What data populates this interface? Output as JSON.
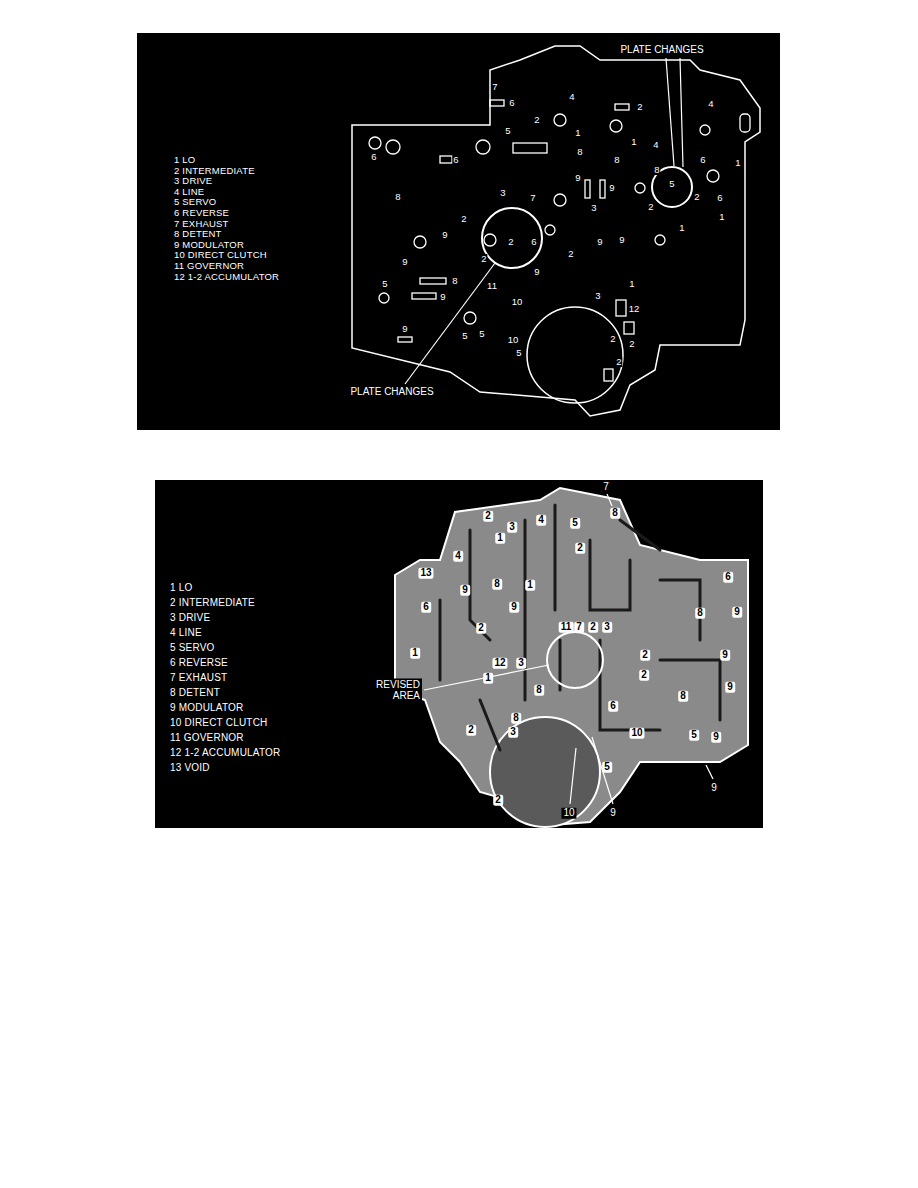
{
  "diagram": {
    "labels": [
      "PLATE CHANGES",
      "PLATE CHANGES",
      "1 LO",
      "2 INTERMEDIATE",
      "3 DRIVE",
      "4 LINE",
      "5 SERVO",
      "6 REVERSE",
      "7 EXHAUST",
      "8 DETENT",
      "9 MODULATOR",
      "10 DIRECT CLUTCH",
      "11 GOVERNOR",
      "12 1-2 ACCUMULATOR",
      "7",
      "2",
      "4",
      "6",
      "2",
      "1",
      "5",
      "1",
      "4",
      "4",
      "6",
      "6",
      "8",
      "8",
      "8",
      "6",
      "1",
      "9",
      "9",
      "3",
      "2",
      "5",
      "2",
      "6",
      "1",
      "8",
      "3",
      "7",
      "2",
      "2",
      "6",
      "2",
      "9",
      "9",
      "9",
      "1",
      "9",
      "2",
      "8",
      "9",
      "9",
      "11",
      "5",
      "1",
      "10",
      "3",
      "12",
      "9",
      "5",
      "5",
      "10",
      "2",
      "2",
      "5",
      "2",
      "REVISED AREA",
      "1 LO",
      "2 INTERMEDIATE",
      "3 DRIVE",
      "4 LINE",
      "5 SERVO",
      "6 REVERSE",
      "7 EXHAUST",
      "8 DETENT",
      "9 MODULATOR",
      "10 DIRECT CLUTCH",
      "11 GOVERNOR",
      "12 1-2 ACCUMULATOR",
      "13 VOID",
      "2",
      "3",
      "4",
      "5",
      "8",
      "2",
      "1",
      "4",
      "13",
      "9",
      "8",
      "1",
      "6",
      "6",
      "9",
      "8",
      "9",
      "2",
      "11",
      "7",
      "2",
      "3",
      "1",
      "2",
      "9",
      "12",
      "3",
      "1",
      "8",
      "2",
      "8",
      "9",
      "6",
      "8",
      "2",
      "3",
      "10",
      "5",
      "9",
      "5",
      "2",
      "7",
      "9",
      "10",
      "9"
    ]
  }
}
